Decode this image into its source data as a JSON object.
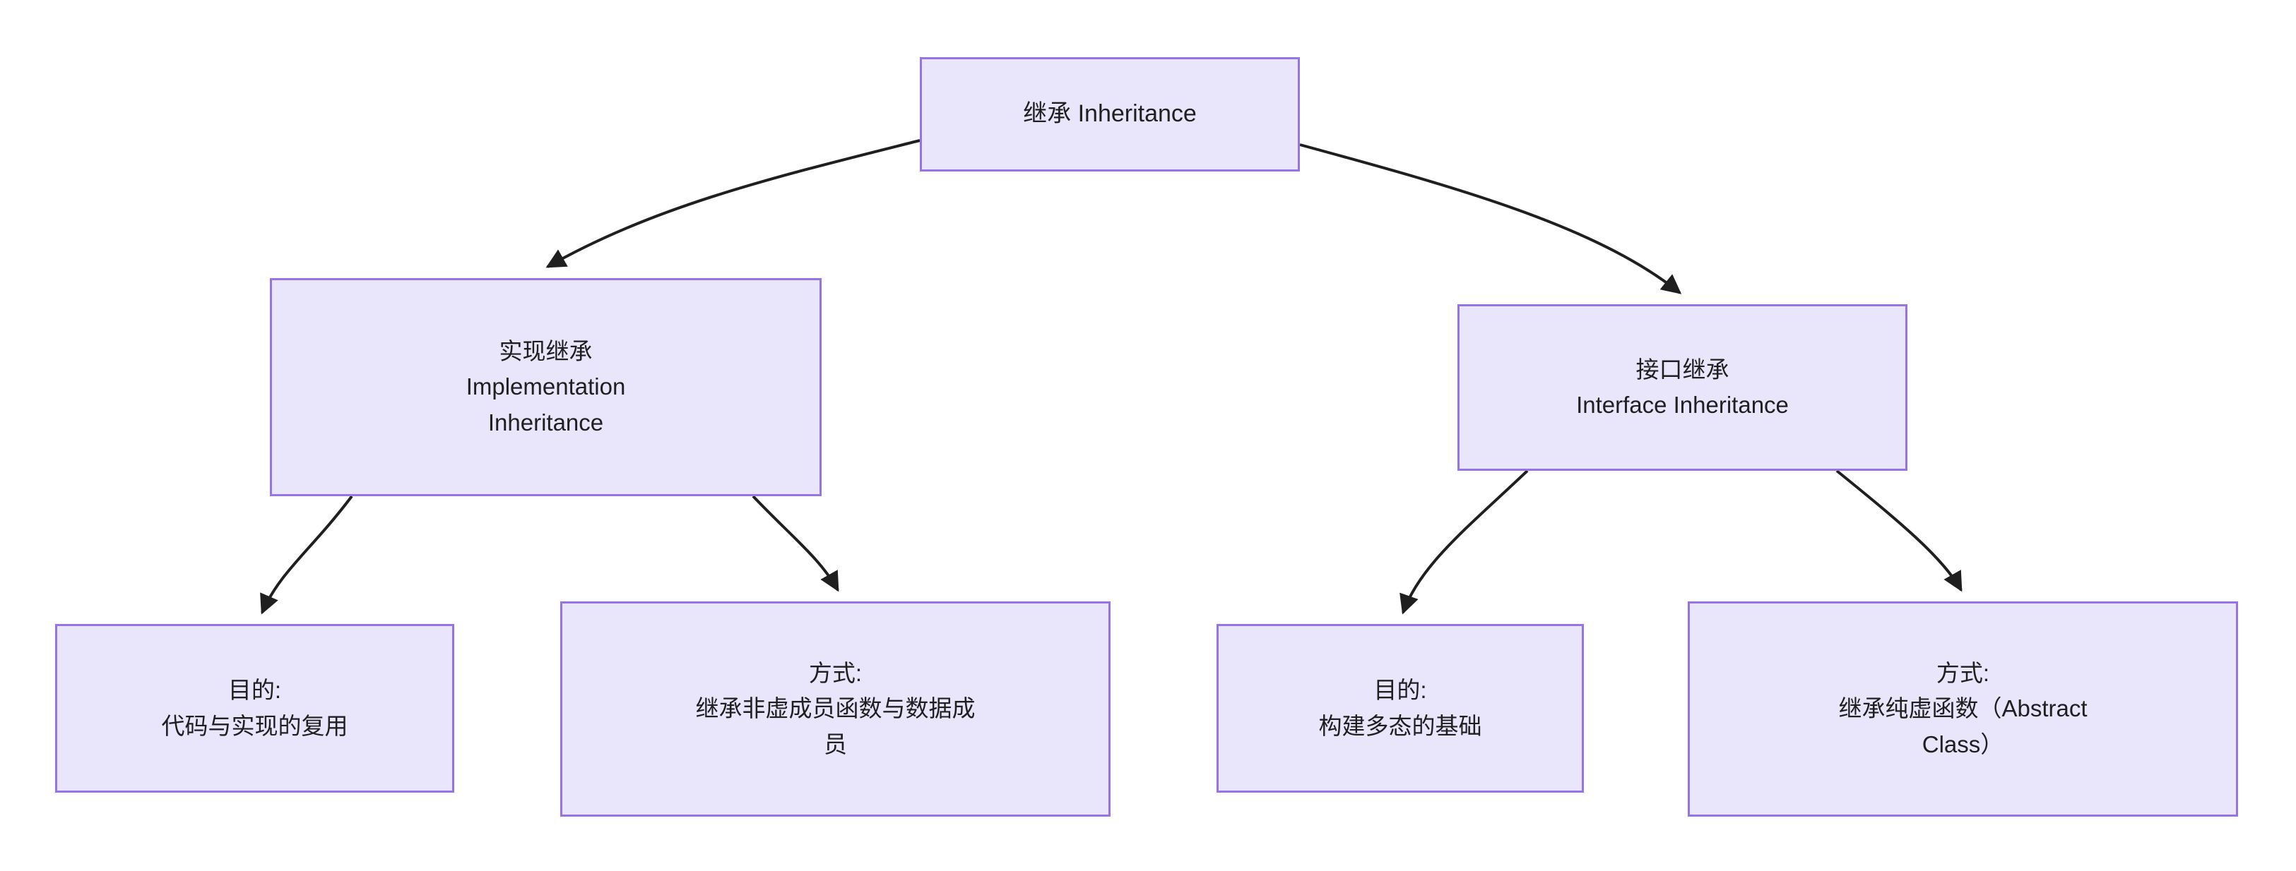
{
  "diagram": {
    "type": "flowchart",
    "direction": "top-down",
    "theme": {
      "node_fill": "#E9E6FB",
      "node_border": "#9673E6",
      "text_color": "#1f1f20",
      "edge_color": "#1f1f20",
      "background": "#ffffff"
    },
    "nodes": [
      {
        "id": "root",
        "lines": [
          "继承 Inheritance"
        ]
      },
      {
        "id": "implementation_inheritance",
        "lines": [
          "实现继承",
          "Implementation",
          "Inheritance"
        ]
      },
      {
        "id": "interface_inheritance",
        "lines": [
          "接口继承",
          "Interface Inheritance"
        ]
      },
      {
        "id": "implementation_purpose",
        "lines": [
          "目的:",
          "代码与实现的复用"
        ]
      },
      {
        "id": "implementation_way",
        "lines": [
          "方式:",
          "继承非虚成员函数与数据成",
          "员"
        ]
      },
      {
        "id": "interface_purpose",
        "lines": [
          "目的:",
          "构建多态的基础"
        ]
      },
      {
        "id": "interface_way",
        "lines": [
          "方式:",
          "继承纯虚函数（Abstract",
          "Class）"
        ]
      }
    ],
    "edges": [
      {
        "from": "root",
        "to": "implementation_inheritance",
        "label": ""
      },
      {
        "from": "root",
        "to": "interface_inheritance",
        "label": ""
      },
      {
        "from": "implementation_inheritance",
        "to": "implementation_purpose",
        "label": ""
      },
      {
        "from": "implementation_inheritance",
        "to": "implementation_way",
        "label": ""
      },
      {
        "from": "interface_inheritance",
        "to": "interface_purpose",
        "label": ""
      },
      {
        "from": "interface_inheritance",
        "to": "interface_way",
        "label": ""
      }
    ]
  }
}
